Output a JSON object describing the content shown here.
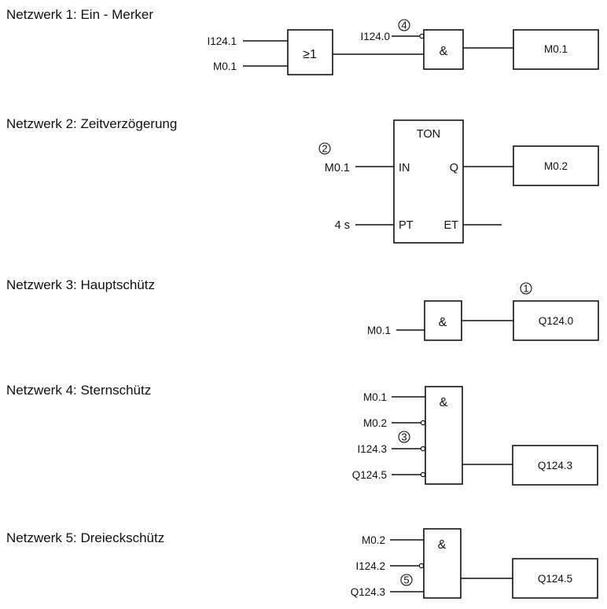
{
  "networks": [
    {
      "title": "Netzwerk 1: Ein - Merker",
      "or_gate": {
        "symbol": "≥1",
        "inputs": [
          "I124.1",
          "M0.1"
        ]
      },
      "and_gate": {
        "symbol": "&",
        "negated_input": "I124.0",
        "marker": "4"
      },
      "output": "M0.1"
    },
    {
      "title": "Netzwerk 2: Zeitverzögerung",
      "timer": {
        "type": "TON",
        "pins": {
          "in": "IN",
          "q": "Q",
          "pt": "PT",
          "et": "ET"
        },
        "in_signal": "M0.1",
        "pt_value": "4 s",
        "marker": "2"
      },
      "output": "M0.2"
    },
    {
      "title": "Netzwerk 3: Hauptschütz",
      "and_gate": {
        "symbol": "&",
        "inputs": [
          "M0.1"
        ]
      },
      "output": "Q124.0",
      "marker": "1"
    },
    {
      "title": "Netzwerk 4: Sternschütz",
      "and_gate": {
        "symbol": "&",
        "inputs": [
          {
            "signal": "M0.1",
            "negated": false
          },
          {
            "signal": "M0.2",
            "negated": true
          },
          {
            "signal": "I124.3",
            "negated": true
          },
          {
            "signal": "Q124.5",
            "negated": true
          }
        ],
        "marker": "3"
      },
      "output": "Q124.3"
    },
    {
      "title": "Netzwerk 5: Dreieckschütz",
      "and_gate": {
        "symbol": "&",
        "inputs": [
          {
            "signal": "M0.2",
            "negated": false
          },
          {
            "signal": "I124.2",
            "negated": true
          },
          {
            "signal": "Q124.3",
            "negated": false
          }
        ],
        "marker": "5"
      },
      "output": "Q124.5"
    }
  ]
}
